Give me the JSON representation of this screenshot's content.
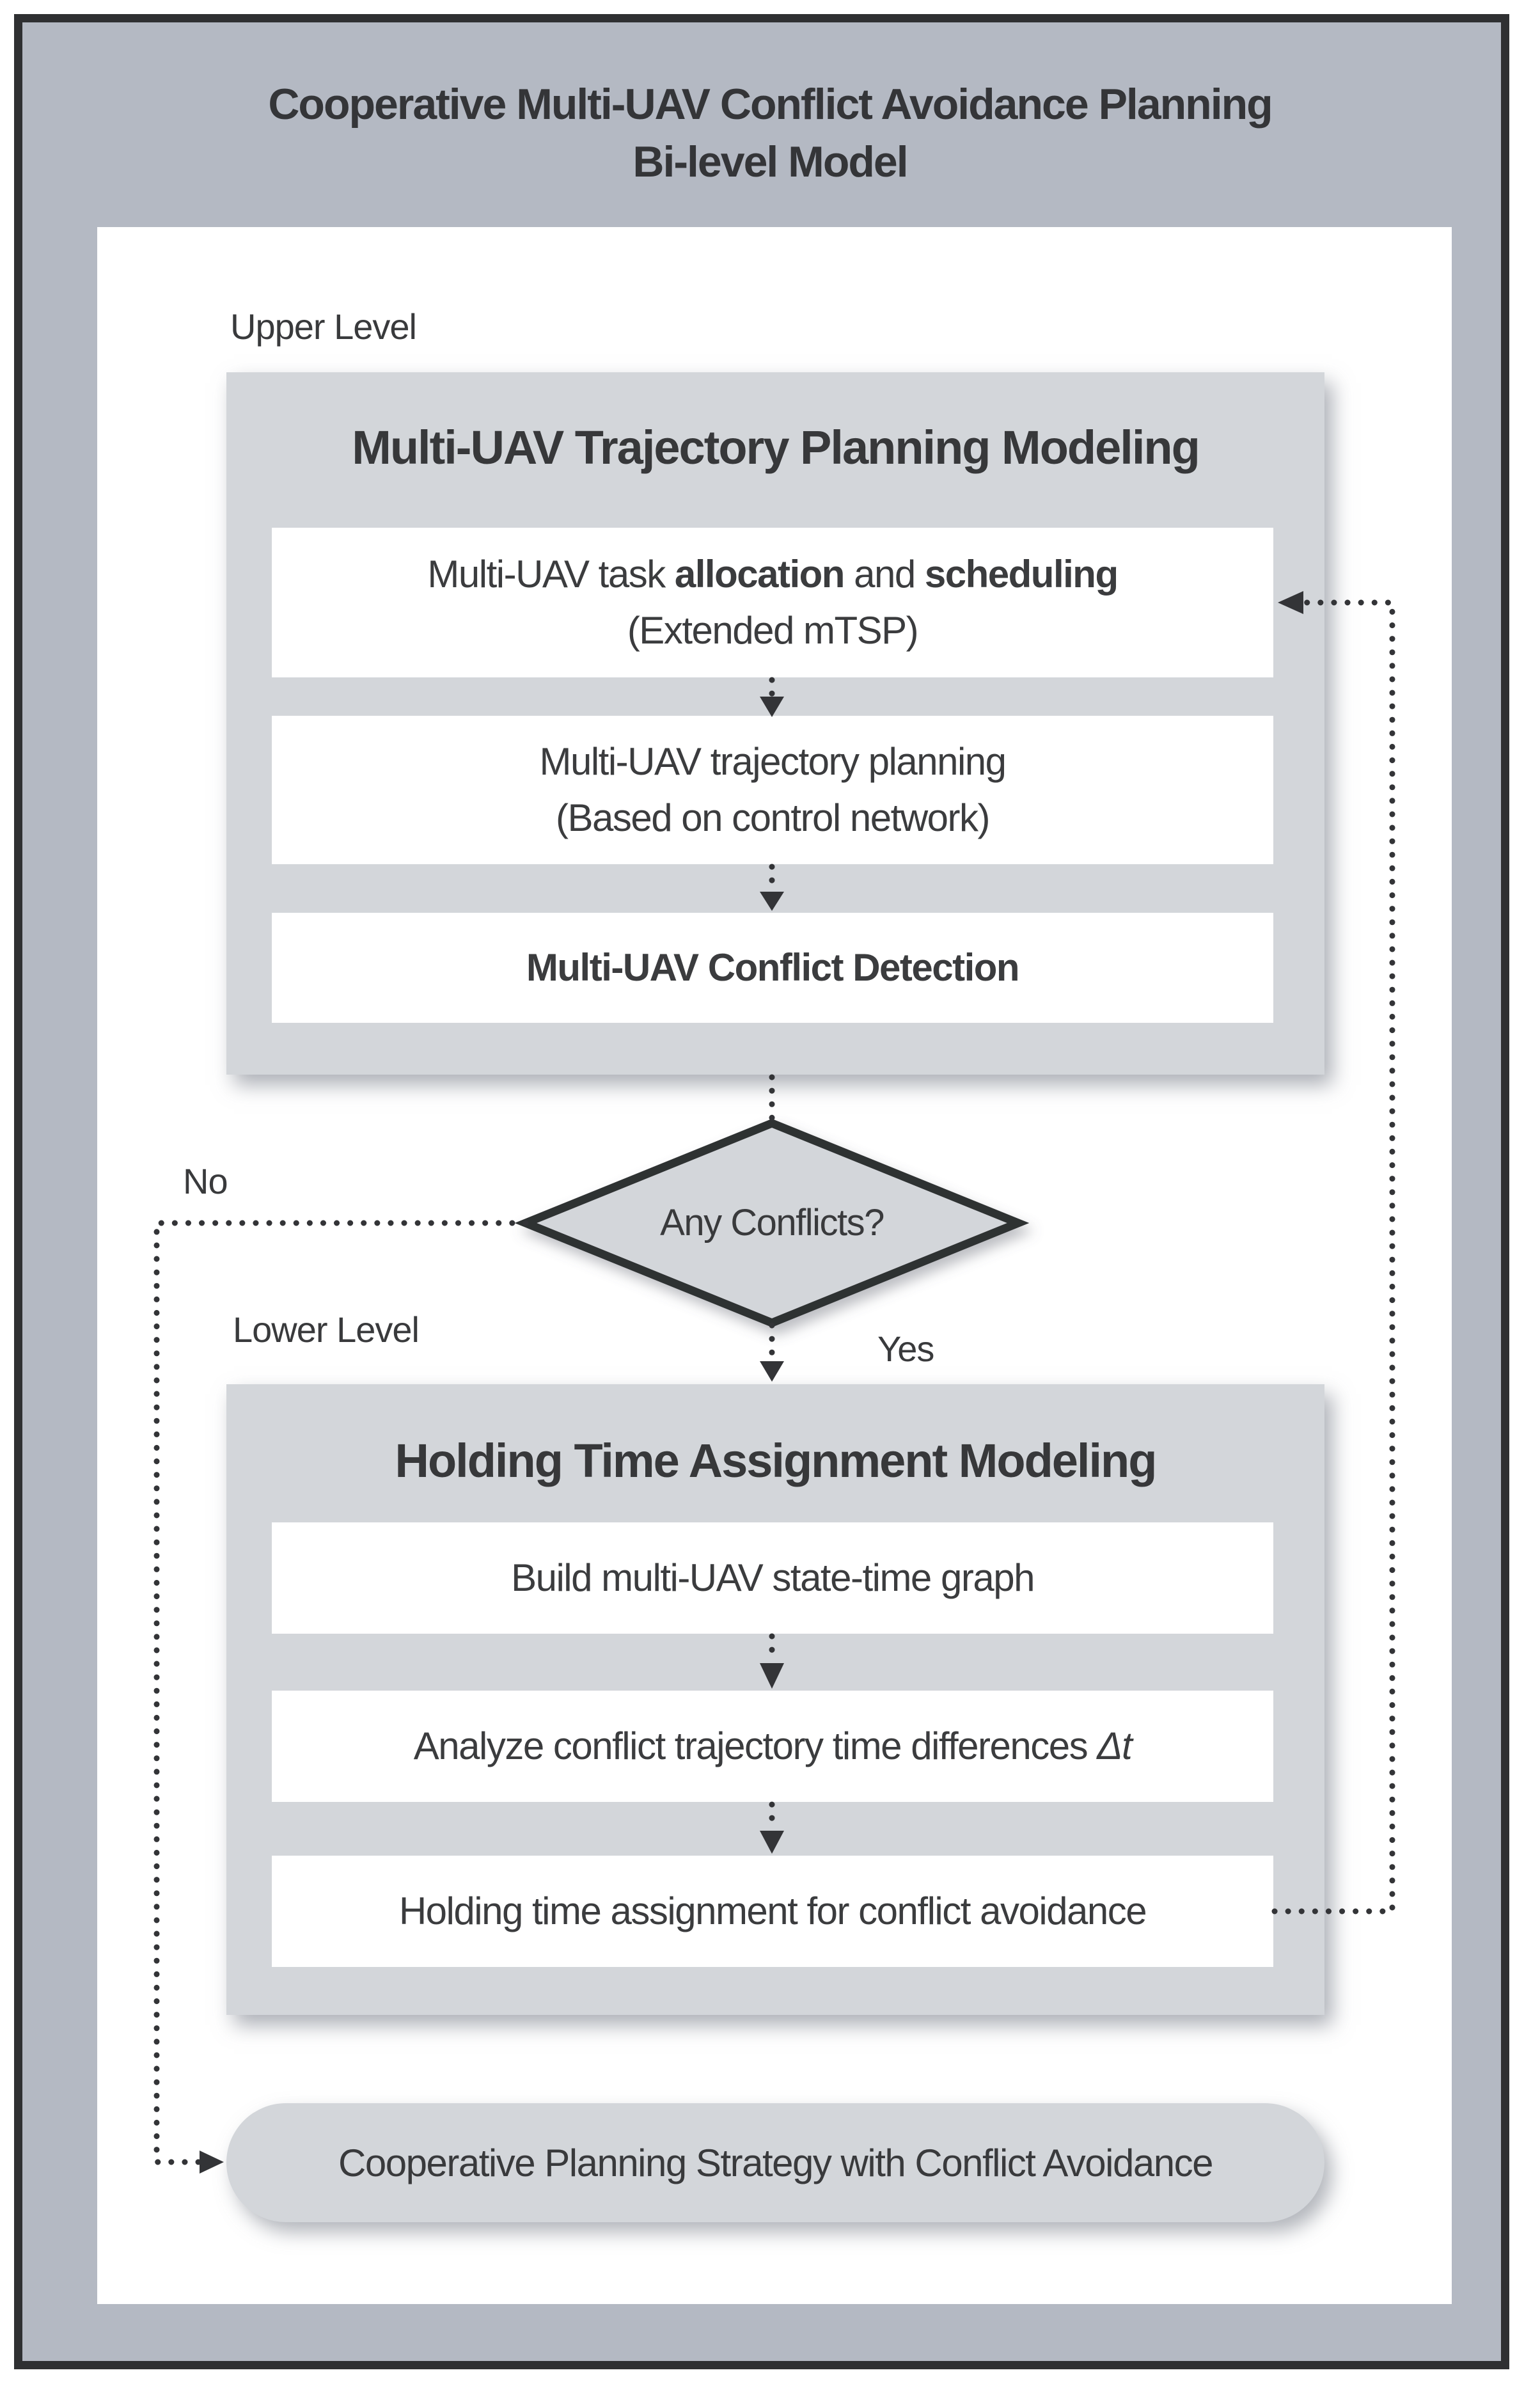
{
  "title": {
    "line1": "Cooperative Multi-UAV Conflict Avoidance Planning",
    "line2": "Bi-level Model"
  },
  "upper_level": {
    "section_label": "Upper Level",
    "container_title": "Multi-UAV Trajectory Planning Modeling",
    "boxes": [
      {
        "line1_pre": "Multi-UAV task ",
        "line1_bold1": "allocation",
        "line1_mid": " and ",
        "line1_bold2": "scheduling",
        "line2": "(Extended mTSP)"
      },
      {
        "line1": "Multi-UAV trajectory planning",
        "line2": "(Based on control network)"
      },
      {
        "line1": "Multi-UAV Conflict Detection"
      }
    ]
  },
  "decision": {
    "question": "Any Conflicts?",
    "no_label": "No",
    "yes_label": "Yes"
  },
  "lower_level": {
    "section_label": "Lower Level",
    "container_title": "Holding Time Assignment Modeling",
    "boxes": [
      {
        "line1": "Build multi-UAV state-time graph"
      },
      {
        "line1": "Analyze conflict trajectory time differences ",
        "symbol": "Δt"
      },
      {
        "line1": "Holding time assignment for conflict avoidance"
      }
    ]
  },
  "result": {
    "label": "Cooperative Planning Strategy with Conflict Avoidance"
  },
  "colors": {
    "frame_border": "#2f3032",
    "canvas_bg": "#b4b9c3",
    "panel_bg": "#ffffff",
    "container_bg": "#d3d6da",
    "box_bg": "#ffffff",
    "diamond_fill": "#d3d6da",
    "line": "#333437",
    "text": "#3b3c3e"
  }
}
